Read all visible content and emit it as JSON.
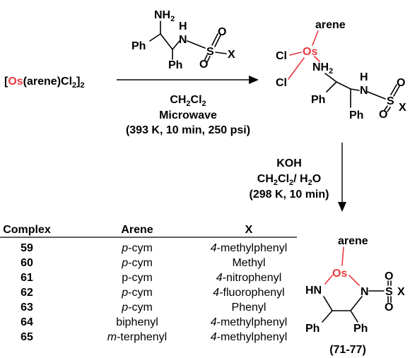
{
  "colors": {
    "osmium": "#e8383d",
    "ink": "#000000"
  },
  "reagent": {
    "prefix": "[",
    "metal": "Os",
    "suffix": "(arene)Cl",
    "sub1": "2",
    "close": "]",
    "sub2": "2"
  },
  "ligand": {
    "nh2": "NH",
    "nh2_sub": "2",
    "h": "H",
    "n": "N",
    "s": "S",
    "o": "O",
    "x": "X",
    "ph": "Ph"
  },
  "step1": {
    "solvent": "CH",
    "solvent_sub1": "2",
    "solvent_mid": "Cl",
    "solvent_sub2": "2",
    "method": "Microwave",
    "conditions": "(393 K, 10 min, 250 psi)"
  },
  "intermediate": {
    "arene": "arene",
    "os": "Os",
    "cl": "Cl",
    "nh2": "NH",
    "nh2_sub": "2",
    "h": "H",
    "n": "N",
    "s": "S",
    "o": "O",
    "x": "X",
    "ph": "Ph"
  },
  "step2": {
    "base": "KOH",
    "solvent": "CH",
    "solvent_sub1": "2",
    "solvent_mid": "Cl",
    "solvent_sub2": "2",
    "solvent_tail": "/ H",
    "solvent_sub3": "2",
    "solvent_end": "O",
    "conditions": "(298 K, 10 min)"
  },
  "product": {
    "arene": "arene",
    "os": "Os",
    "hn": "HN",
    "n": "N",
    "s": "S",
    "o": "O",
    "x": "X",
    "ph": "Ph",
    "label": "(71-77)"
  },
  "table": {
    "headers": [
      "Complex",
      "Arene",
      "X"
    ],
    "rows": [
      {
        "complex": "59",
        "arene_italic": "p",
        "arene_rest": "-cym",
        "x_italic": "4",
        "x_rest": "-methylphenyl"
      },
      {
        "complex": "60",
        "arene_italic": "p",
        "arene_rest": "-cym",
        "x_italic": "",
        "x_rest": "Methyl"
      },
      {
        "complex": "61",
        "arene_italic": "",
        "arene_rest": "p-cym",
        "x_italic": "4",
        "x_rest": "-nitrophenyl"
      },
      {
        "complex": "62",
        "arene_italic": "p",
        "arene_rest": "-cym",
        "x_italic": "4",
        "x_rest": "-fluorophenyl"
      },
      {
        "complex": "63",
        "arene_italic": "p",
        "arene_rest": "-cym",
        "x_italic": "",
        "x_rest": "Phenyl"
      },
      {
        "complex": "64",
        "arene_italic": "",
        "arene_rest": "biphenyl",
        "x_italic": "4",
        "x_rest": "-methylphenyl"
      },
      {
        "complex": "65",
        "arene_italic": "m",
        "arene_rest": "-terphenyl",
        "x_italic": "4",
        "x_rest": "-methylphenyl"
      }
    ]
  }
}
